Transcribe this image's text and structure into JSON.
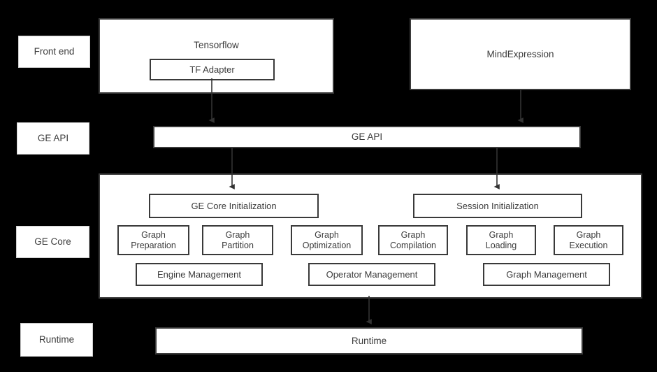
{
  "diagram": {
    "background_color": "#000000",
    "box_fill": "#ffffff",
    "box_border": "#3a3a3a",
    "text_color": "#3c3c3c",
    "layers": [
      {
        "id": "front-end",
        "label": "Front end"
      },
      {
        "id": "ge-api",
        "label": "GE API"
      },
      {
        "id": "ge-core",
        "label": "GE Core"
      },
      {
        "id": "runtime",
        "label": "Runtime"
      }
    ],
    "front_end": {
      "tensorflow": {
        "label": "Tensorflow"
      },
      "tf_adapter": {
        "label": "TF Adapter"
      },
      "mindexpression": {
        "label": "MindExpression"
      }
    },
    "ge_api_bar": {
      "label": "GE API"
    },
    "ge_core": {
      "init_boxes": [
        {
          "label": "GE Core Initialization"
        },
        {
          "label": "Session Initialization"
        }
      ],
      "modules": [
        {
          "label": "Graph\nPreparation"
        },
        {
          "label": "Graph\nPartition"
        },
        {
          "label": "Graph\nOptimization"
        },
        {
          "label": "Graph\nCompilation"
        },
        {
          "label": "Graph\nLoading"
        },
        {
          "label": "Graph\nExecution"
        }
      ],
      "managers": [
        {
          "label": "Engine Management"
        },
        {
          "label": "Operator Management"
        },
        {
          "label": "Graph Management"
        }
      ]
    },
    "runtime_bar": {
      "label": "Runtime"
    },
    "connectors": [
      {
        "from": "tf-adapter",
        "to": "ge-api-bar"
      },
      {
        "from": "mindexpression",
        "to": "ge-api-bar"
      },
      {
        "from": "ge-api-bar",
        "to": "ge-core-initialization"
      },
      {
        "from": "ge-api-bar",
        "to": "session-initialization"
      },
      {
        "from": "ge-core-container",
        "to": "runtime-bar"
      }
    ]
  }
}
